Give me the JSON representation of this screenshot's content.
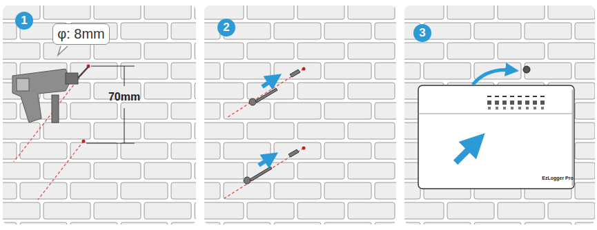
{
  "diagram": {
    "nodes": [
      {
        "text": [
          "1"
        ]
      },
      {
        "text": [
          "φ: 8mm"
        ]
      },
      {
        "text": [
          "2"
        ]
      },
      {
        "text": [
          "3"
        ]
      }
    ],
    "labels": [
      "70mm",
      "EzLogger Pro"
    ]
  }
}
